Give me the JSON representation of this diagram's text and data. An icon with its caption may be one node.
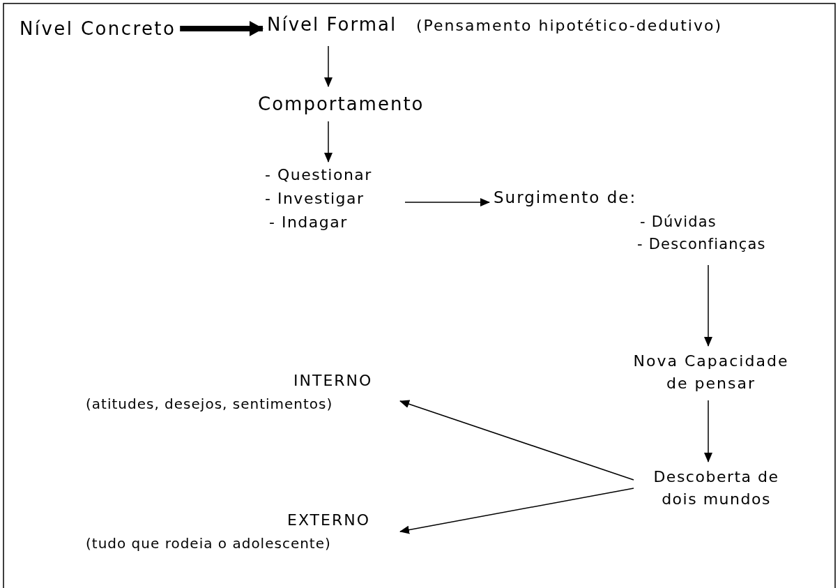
{
  "diagram": {
    "nodes": [
      {
        "text": [
          "Nível Concreto"
        ]
      },
      {
        "text": [
          "Nível Formal",
          "(Pensamento hipotético-dedutivo)"
        ]
      },
      {
        "text": [
          "Comportamento"
        ]
      },
      {
        "text": [
          "- Questionar",
          "- Investigar",
          "- Indagar"
        ]
      },
      {
        "text": [
          "Surgimento de:",
          "- Dúvidas",
          "- Desconfianças"
        ]
      },
      {
        "text": [
          "Nova Capacidade de pensar"
        ]
      },
      {
        "text": [
          "Descoberta de dois mundos"
        ]
      },
      {
        "text": [
          "INTERNO",
          "(atitudes, desejos, sentimentos)"
        ]
      },
      {
        "text": [
          "EXTERNO",
          "(tudo que rodeia o adolescente)"
        ]
      }
    ],
    "edges": [
      {
        "from": 0,
        "to": 1,
        "arrow": "to",
        "style": "thick"
      },
      {
        "from": 1,
        "to": 2,
        "arrow": "to"
      },
      {
        "from": 2,
        "to": 3,
        "arrow": "to"
      },
      {
        "from": 3,
        "to": 4,
        "arrow": "to"
      },
      {
        "from": 4,
        "to": 5,
        "arrow": "to"
      },
      {
        "from": 5,
        "to": 6,
        "arrow": "to"
      },
      {
        "from": 6,
        "to": 7,
        "arrow": "to"
      },
      {
        "from": 6,
        "to": 8,
        "arrow": "to"
      }
    ]
  }
}
